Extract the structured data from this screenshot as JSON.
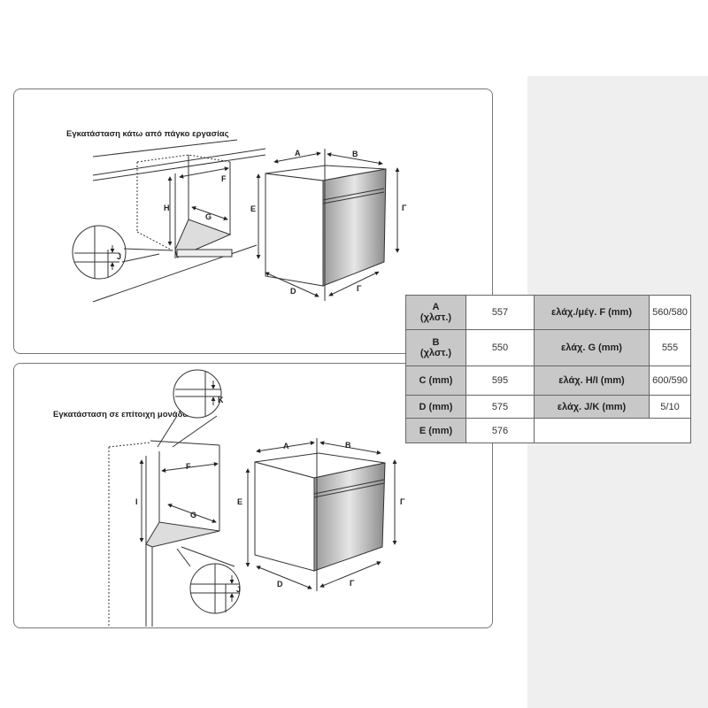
{
  "top_section": {
    "title": "Εγκατάσταση κάτω από πάγκο εργασίας",
    "labels": {
      "A": "A",
      "B": "B",
      "gamma_side": "Γ",
      "gamma_bottom": "Γ",
      "D": "D",
      "E": "E",
      "F": "F",
      "G": "G",
      "H": "H",
      "J": "J"
    }
  },
  "bottom_section": {
    "title": "Εγκατάσταση σε επίτοιχη μονάδα",
    "labels": {
      "A": "A",
      "B": "B",
      "gamma_side": "Γ",
      "gamma_bottom": "Γ",
      "D": "D",
      "E": "E",
      "F": "F",
      "G": "G",
      "I": "I",
      "J": "J",
      "K": "K"
    }
  },
  "dimensions_table": {
    "rows": [
      {
        "label": "A\n(χλστ.)",
        "value": "557",
        "min_label": "ελάχ./μέγ. F (mm)",
        "min_value": "560/580"
      },
      {
        "label": "B\n(χλστ.)",
        "value": "550",
        "min_label": "ελάχ. G (mm)",
        "min_value": "555"
      },
      {
        "label": "C (mm)",
        "value": "595",
        "min_label": "ελάχ. H/I (mm)",
        "min_value": "600/590"
      },
      {
        "label": "D (mm)",
        "value": "575",
        "min_label": "ελάχ. J/K (mm)",
        "min_value": "5/10"
      },
      {
        "label": "E (mm)",
        "value": "576"
      }
    ]
  }
}
